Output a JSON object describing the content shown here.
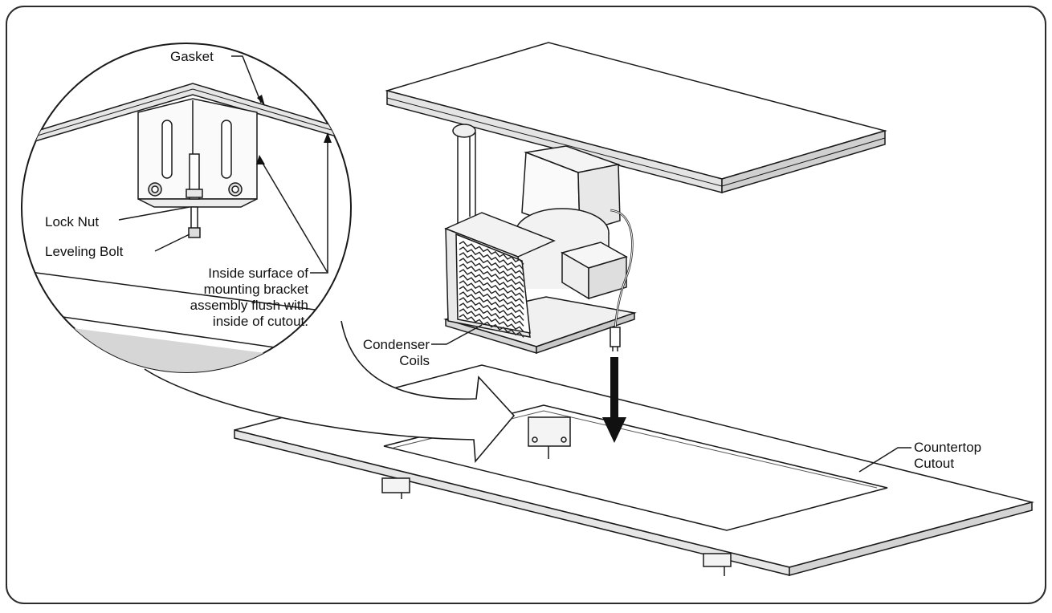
{
  "labels": {
    "gasket": "Gasket",
    "lock_nut": "Lock Nut",
    "leveling_bolt": "Leveling Bolt",
    "inside_surface": [
      "Inside surface of",
      "mounting bracket",
      "assembly flush with",
      "inside of cutout."
    ],
    "condenser": [
      "Condenser",
      "Coils"
    ],
    "countertop": [
      "Countertop",
      "Cutout"
    ]
  },
  "colors": {
    "line": "#1a1a1a",
    "frame": "#2b2b2b",
    "shade": "#cfcfcf",
    "light": "#ececec"
  }
}
